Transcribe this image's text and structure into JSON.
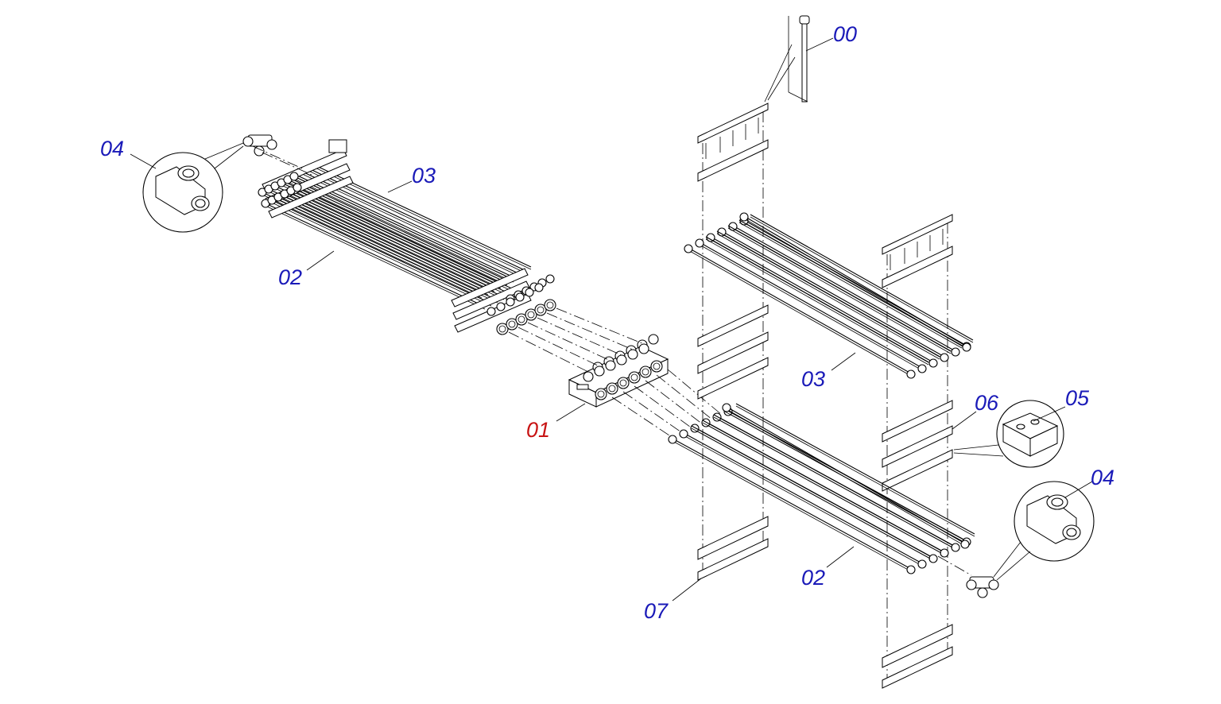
{
  "colors": {
    "callout": "#1a1ab8",
    "highlight": "#c81414",
    "line": "#000000",
    "background": "#ffffff"
  },
  "callouts": {
    "c00": "00",
    "c01": "01",
    "c02_left": "02",
    "c02_right": "02",
    "c03_left": "03",
    "c03_right": "03",
    "c04_left": "04",
    "c04_right": "04",
    "c05": "05",
    "c06": "06",
    "c07": "07"
  },
  "parts": {
    "item00": "bolt-icon",
    "item01": "manifold-block",
    "item02": "lower-pipe-bundle",
    "item03": "upper-pipe-bundle",
    "item04": "tee-fitting-icon",
    "item05": "clamp-block-icon",
    "item06": "clamp-rail",
    "item07": "base-plate"
  }
}
